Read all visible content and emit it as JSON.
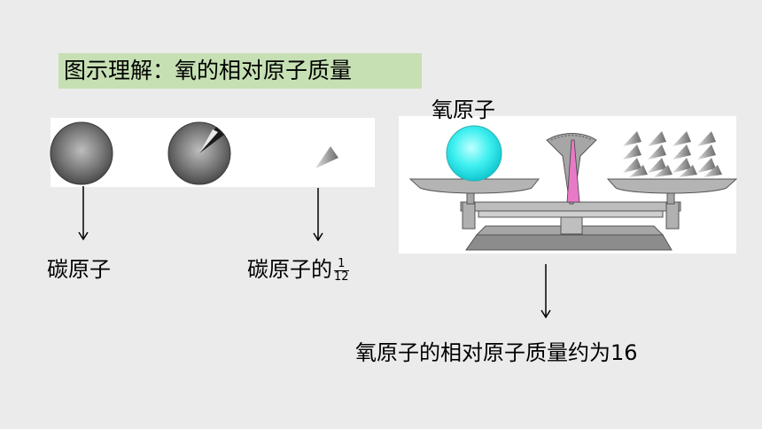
{
  "title": "图示理解：氧的相对原子质量",
  "labels": {
    "carbon_atom": "碳原子",
    "carbon_twelfth": "碳原子的",
    "fraction_num": "1",
    "fraction_den": "12",
    "oxygen_atom": "氧原子",
    "conclusion": "氧原子的相对原子质量约为16"
  },
  "colors": {
    "title_bg": "#c6e0b4",
    "oxygen_ball": "#3ff2f2",
    "needle": "#e879c6",
    "scale_gray": "#a6a6a6"
  },
  "icons": [
    "carbon-atom-sphere-icon",
    "carbon-atom-cut-icon",
    "carbon-wedge-icon",
    "oxygen-atom-sphere-icon",
    "balance-scale-icon",
    "wedge-pile-icon"
  ]
}
